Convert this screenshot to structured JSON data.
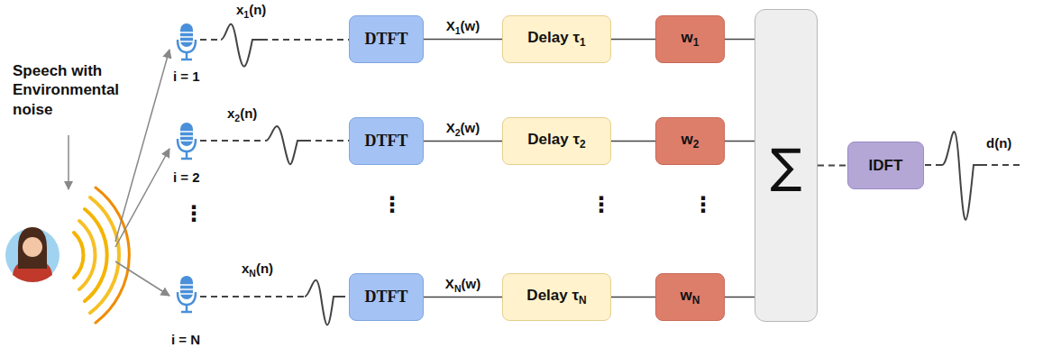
{
  "diagram": {
    "nodes": [
      {
        "text": [
          "DTFT"
        ]
      },
      {
        "text": [
          "Delay τ1"
        ]
      },
      {
        "text": [
          "w1"
        ]
      },
      {
        "text": [
          "DTFT"
        ]
      },
      {
        "text": [
          "Delay τ2"
        ]
      },
      {
        "text": [
          "w2"
        ]
      },
      {
        "text": [
          "DTFT"
        ]
      },
      {
        "text": [
          "Delay τN"
        ]
      },
      {
        "text": [
          "wN"
        ]
      },
      {
        "text": [
          "∑"
        ]
      },
      {
        "text": [
          "IDFT"
        ]
      }
    ],
    "edges": [
      {
        "from": 0,
        "to": 1,
        "label": "X1(w)",
        "arrow": "none"
      },
      {
        "from": 1,
        "to": 2,
        "arrow": "none"
      },
      {
        "from": 2,
        "to": 9,
        "arrow": "none"
      },
      {
        "from": 3,
        "to": 4,
        "label": "X2(w)",
        "arrow": "none"
      },
      {
        "from": 4,
        "to": 5,
        "arrow": "none"
      },
      {
        "from": 5,
        "to": 9,
        "arrow": "none"
      },
      {
        "from": 6,
        "to": 7,
        "label": "XN(w)",
        "arrow": "none"
      },
      {
        "from": 7,
        "to": 8,
        "arrow": "none"
      },
      {
        "from": 8,
        "to": 9,
        "arrow": "none"
      },
      {
        "from": 9,
        "to": 10,
        "arrow": "none"
      }
    ],
    "labels": [
      "Speech with Environmental noise",
      "i = 1",
      "x1(n)",
      "i = 2",
      "x2(n)",
      "⋮",
      "xN(n)",
      "i = N",
      "⋮",
      "⋮",
      "⋮",
      "d(n)"
    ]
  }
}
